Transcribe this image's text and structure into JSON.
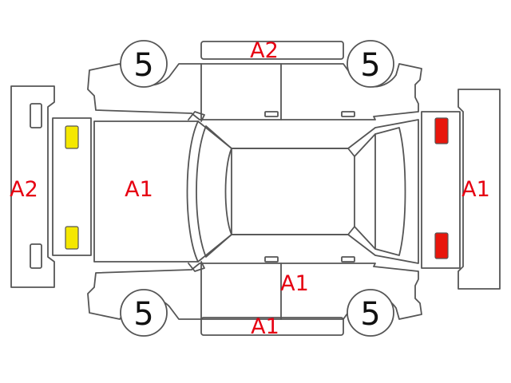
{
  "colors": {
    "label": "#e60012",
    "outline": "#555555",
    "lamp_front": "#f5e800",
    "lamp_rear": "#e8160c"
  },
  "labels": {
    "roof_top": "A2",
    "front_bumper": "A2",
    "hood": "A1",
    "rear_bumper": "A1",
    "right_door": "A1",
    "right_sill": "A1"
  },
  "wheels": {
    "front_left": "5",
    "rear_left": "5",
    "front_right": "5",
    "rear_right": "5"
  }
}
